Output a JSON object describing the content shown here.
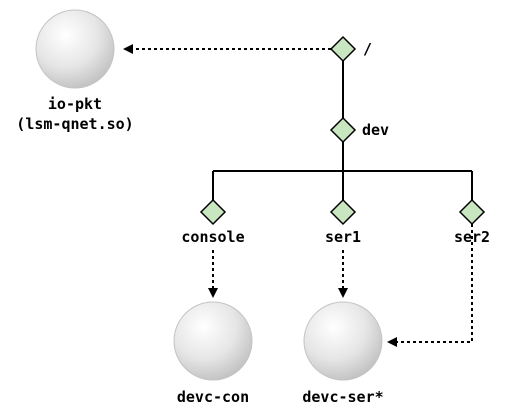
{
  "diagram": {
    "nodes": {
      "root": "/",
      "dev": "dev",
      "console": "console",
      "ser1": "ser1",
      "ser2": "ser2"
    },
    "managers": {
      "io_pkt_line1": "io-pkt",
      "io_pkt_line2": "(lsm-qnet.so)",
      "devc_con": "devc-con",
      "devc_ser": "devc-ser*"
    },
    "colors": {
      "node_fill": "#c8e6c0",
      "node_stroke": "#000000",
      "sphere_light": "#ffffff",
      "sphere_dark": "#bdbdbd",
      "line": "#000000"
    }
  }
}
